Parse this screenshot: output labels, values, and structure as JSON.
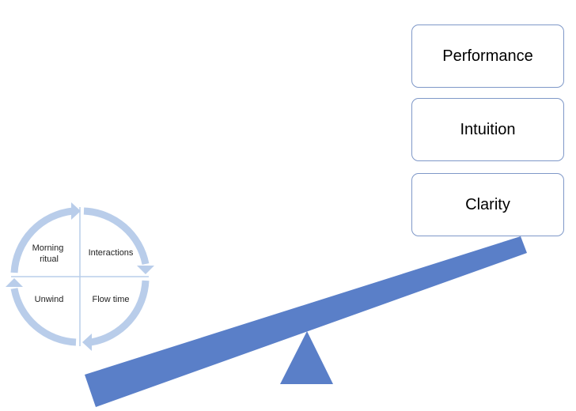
{
  "stack": {
    "items": [
      {
        "label": "Performance"
      },
      {
        "label": "Intuition"
      },
      {
        "label": "Clarity"
      }
    ]
  },
  "cycle": {
    "quadrants": {
      "top_left": {
        "line1": "Morning",
        "line2": "ritual"
      },
      "top_right": {
        "label": "Interactions"
      },
      "bottom_right": {
        "label": "Flow time"
      },
      "bottom_left": {
        "label": "Unwind"
      }
    }
  },
  "colors": {
    "seesaw": "#5a7fc8",
    "cycle_arc": "#b9cdea",
    "box_border": "#7f98c8"
  }
}
